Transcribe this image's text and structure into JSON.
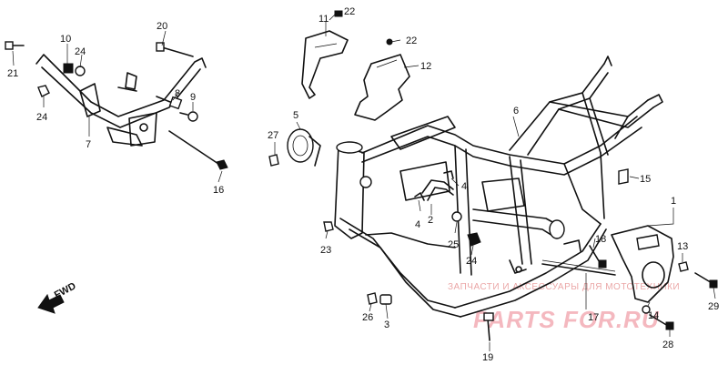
{
  "diagram": {
    "direction_label": "FWD",
    "watermark_text": "ЗАПЧАСТИ И АКСЕССУАРЫ ДЛЯ МОТОТЕХНИКИ",
    "watermark_logo": "PARTS FOR.RU",
    "callouts": [
      {
        "id": "c1",
        "label": "1"
      },
      {
        "id": "c2",
        "label": "2"
      },
      {
        "id": "c3",
        "label": "3"
      },
      {
        "id": "c4a",
        "label": "4"
      },
      {
        "id": "c4b",
        "label": "4"
      },
      {
        "id": "c5",
        "label": "5"
      },
      {
        "id": "c6",
        "label": "6"
      },
      {
        "id": "c7",
        "label": "7"
      },
      {
        "id": "c8",
        "label": "8"
      },
      {
        "id": "c9",
        "label": "9"
      },
      {
        "id": "c10",
        "label": "10"
      },
      {
        "id": "c11",
        "label": "11"
      },
      {
        "id": "c12",
        "label": "12"
      },
      {
        "id": "c13",
        "label": "13"
      },
      {
        "id": "c14",
        "label": "14"
      },
      {
        "id": "c15",
        "label": "15"
      },
      {
        "id": "c16",
        "label": "16"
      },
      {
        "id": "c17",
        "label": "17"
      },
      {
        "id": "c18",
        "label": "18"
      },
      {
        "id": "c19",
        "label": "19"
      },
      {
        "id": "c20",
        "label": "20"
      },
      {
        "id": "c21",
        "label": "21"
      },
      {
        "id": "c22a",
        "label": "22"
      },
      {
        "id": "c22b",
        "label": "22"
      },
      {
        "id": "c23",
        "label": "23"
      },
      {
        "id": "c24a",
        "label": "24"
      },
      {
        "id": "c24b",
        "label": "24"
      },
      {
        "id": "c24c",
        "label": "24"
      },
      {
        "id": "c25",
        "label": "25"
      },
      {
        "id": "c26",
        "label": "26"
      },
      {
        "id": "c27",
        "label": "27"
      },
      {
        "id": "c28",
        "label": "28"
      },
      {
        "id": "c29",
        "label": "29"
      }
    ]
  }
}
